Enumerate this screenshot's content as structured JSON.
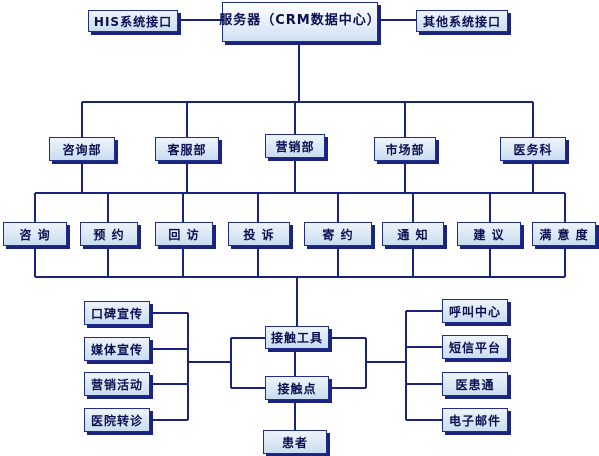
{
  "top": {
    "server": "服务器（CRM数据中心）",
    "his": "HIS系统接口",
    "other": "其他系统接口"
  },
  "departments": [
    "咨询部",
    "客服部",
    "营销部",
    "市场部",
    "医务科"
  ],
  "functions": [
    "咨 询",
    "预 约",
    "回 访",
    "投 诉",
    "寄 约",
    "通 知",
    "建 议",
    "满 意 度"
  ],
  "center": {
    "tools": "接触工具",
    "points": "接触点",
    "patient": "患者"
  },
  "left_channels": [
    "口碑宣传",
    "媒体宣传",
    "营销活动",
    "医院转诊"
  ],
  "right_channels": [
    "呼叫中心",
    "短信平台",
    "医患通",
    "电子邮件"
  ],
  "colors": {
    "line": "#1a237e",
    "box_border": "#1f2e8a",
    "box_fill": "#dbe8f6",
    "text": "#0a0f50"
  }
}
